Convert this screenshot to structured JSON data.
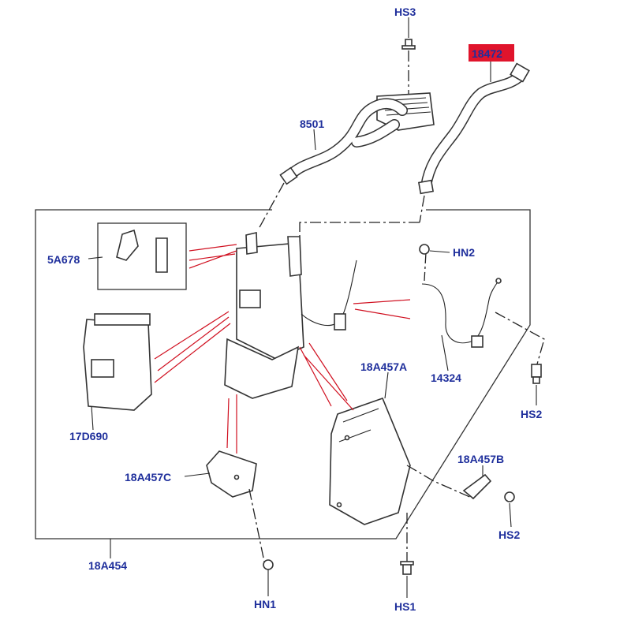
{
  "diagram": {
    "labels": {
      "hs3": "HS3",
      "l18472": "18472",
      "l8501": "8501",
      "l5a678": "5A678",
      "hn2": "HN2",
      "l14324": "14324",
      "l18a457a": "18A457A",
      "hs2_top": "HS2",
      "l17d690": "17D690",
      "l18a457b": "18A457B",
      "hs2_bottom": "HS2",
      "l18a457c": "18A457C",
      "l18a454": "18A454",
      "hn1": "HN1",
      "hs1": "HS1"
    },
    "highlight_color": "#d9233a",
    "label_color": "#1f2f9c",
    "highlighted_part": "18472"
  }
}
